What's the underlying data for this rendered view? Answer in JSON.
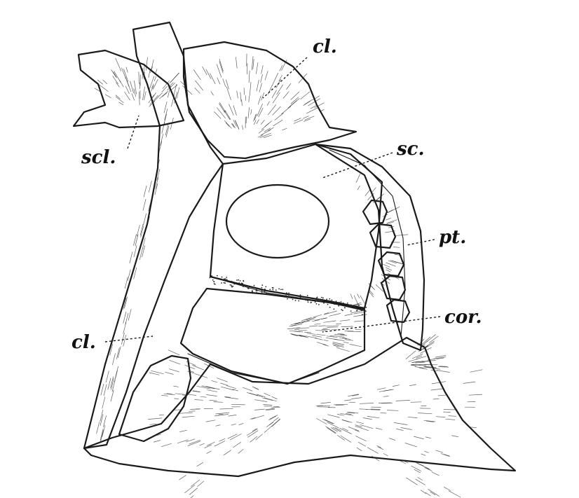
{
  "colors": {
    "ink": "#1a1a1a",
    "paper": "#ffffff"
  },
  "labels": {
    "cl_top": "cl.",
    "scl": "scl.",
    "sc": "sc.",
    "pt": "pt.",
    "cor": "cor.",
    "cl_left": "cl."
  }
}
